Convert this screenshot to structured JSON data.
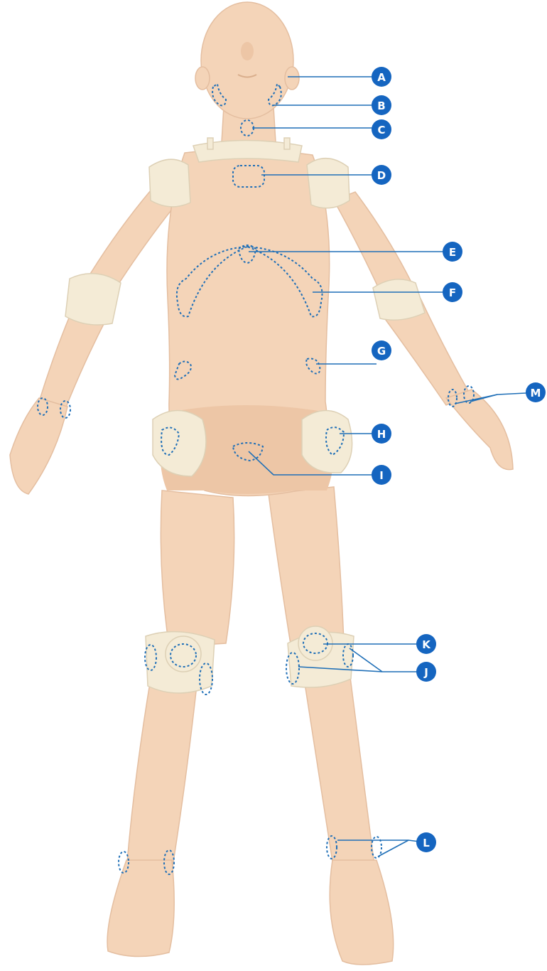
{
  "colors": {
    "skin": "#f4d4b8",
    "joint": "#f4ebd6",
    "zone_outline": "#1f6fb7",
    "badge": "#1565c0",
    "badge_text": "#ffffff"
  },
  "markers": [
    {
      "id": "A",
      "label": "A"
    },
    {
      "id": "B",
      "label": "B"
    },
    {
      "id": "C",
      "label": "C"
    },
    {
      "id": "D",
      "label": "D"
    },
    {
      "id": "E",
      "label": "E"
    },
    {
      "id": "F",
      "label": "F"
    },
    {
      "id": "G",
      "label": "G"
    },
    {
      "id": "H",
      "label": "H"
    },
    {
      "id": "I",
      "label": "I"
    },
    {
      "id": "J",
      "label": "J"
    },
    {
      "id": "K",
      "label": "K"
    },
    {
      "id": "L",
      "label": "L"
    },
    {
      "id": "M",
      "label": "M"
    }
  ]
}
